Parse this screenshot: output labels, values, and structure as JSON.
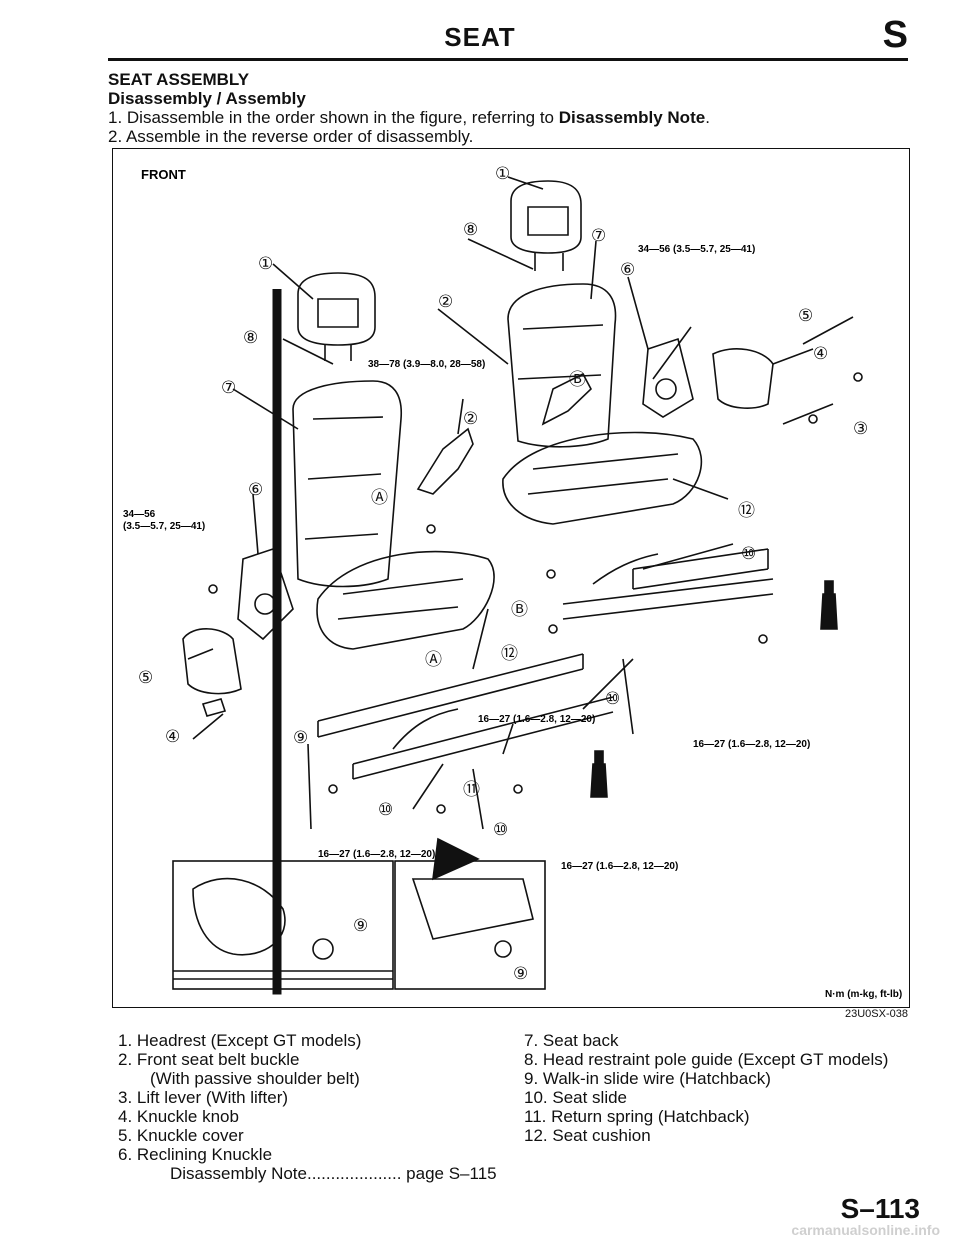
{
  "header": {
    "title": "SEAT",
    "letter": "S"
  },
  "section": {
    "title": "SEAT ASSEMBLY",
    "subtitle": "Disassembly / Assembly",
    "step1_prefix": "1. Disassemble in the order shown in the figure, referring to ",
    "step1_bold": "Disassembly Note",
    "step1_suffix": ".",
    "step2": "2. Assemble in the reverse order of disassembly."
  },
  "figure": {
    "front_label": "FRONT",
    "units_note": "N·m (m-kg, ft-lb)",
    "code": "23U0SX-038",
    "torque_34_56": "34—56 (3.5—5.7, 25—41)",
    "torque_34_56_a": "34—56",
    "torque_34_56_b": "(3.5—5.7, 25—41)",
    "torque_38_78": "38—78 (3.9—8.0, 28—58)",
    "torque_16_27": "16—27 (1.6—2.8, 12—20)",
    "callouts": [
      "①",
      "②",
      "③",
      "④",
      "⑤",
      "⑥",
      "⑦",
      "⑧",
      "⑨",
      "⑩",
      "⑪",
      "⑫",
      "Ⓐ",
      "Ⓑ"
    ]
  },
  "legend_left": [
    "1. Headrest (Except GT models)",
    "2. Front seat belt buckle",
    "(With passive shoulder belt)",
    "3. Lift lever (With lifter)",
    "4. Knuckle knob",
    "5. Knuckle cover",
    "6. Reclining Knuckle",
    "Disassembly Note.................... page S–115"
  ],
  "legend_right": [
    "7. Seat back",
    "8. Head restraint pole guide (Except GT models)",
    "9. Walk-in slide wire (Hatchback)",
    "10. Seat slide",
    "11. Return spring (Hatchback)",
    "12. Seat cushion"
  ],
  "page_number": "S–113",
  "watermark": "carmanualsonline.info"
}
